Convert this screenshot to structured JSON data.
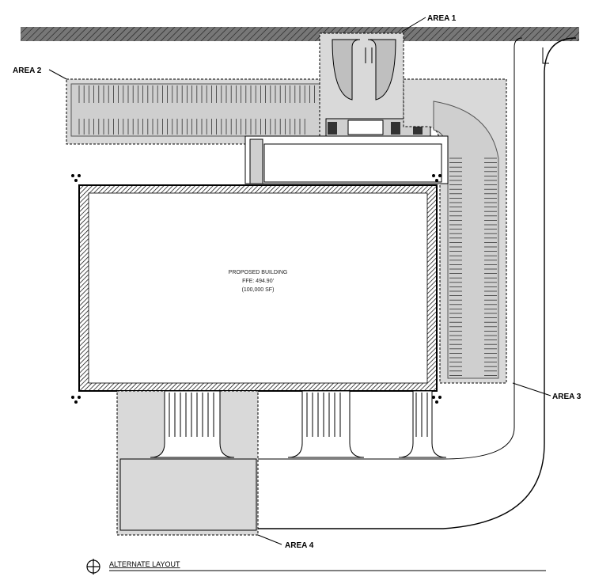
{
  "area_labels": {
    "area1": "AREA 1",
    "area2": "AREA 2",
    "area3": "AREA 3",
    "area4": "AREA 4"
  },
  "building": {
    "name": "PROPOSED BUILDING",
    "ffe": "FFE: 494.90'",
    "size": "(100,000 SF)"
  },
  "title_block": {
    "title": "ALTERNATE LAYOUT"
  },
  "colors": {
    "paved_area": "#d9d9d9",
    "building_fill": "#ffffff",
    "linework": "#000000"
  }
}
